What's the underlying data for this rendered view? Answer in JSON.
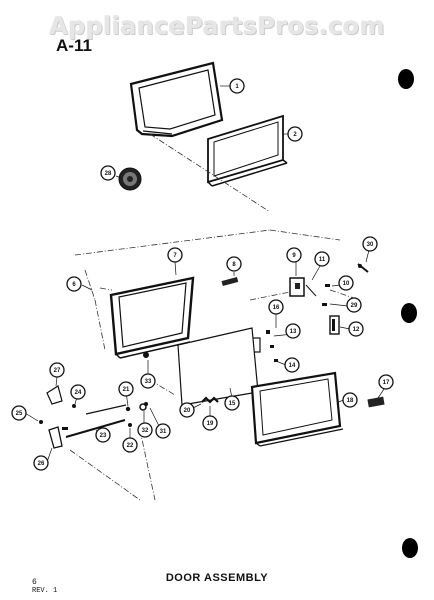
{
  "watermark": "AppliancePartsPros.com",
  "diagram_code": "A-11",
  "title": "DOOR ASSEMBLY",
  "page_number": "6",
  "revision": "REV. 1",
  "callouts": [
    "1",
    "2",
    "28",
    "7",
    "6",
    "8",
    "9",
    "11",
    "30",
    "10",
    "29",
    "12",
    "16",
    "13",
    "14",
    "33",
    "27",
    "24",
    "21",
    "25",
    "23",
    "22",
    "32",
    "31",
    "26",
    "20",
    "19",
    "15",
    "18",
    "17"
  ]
}
